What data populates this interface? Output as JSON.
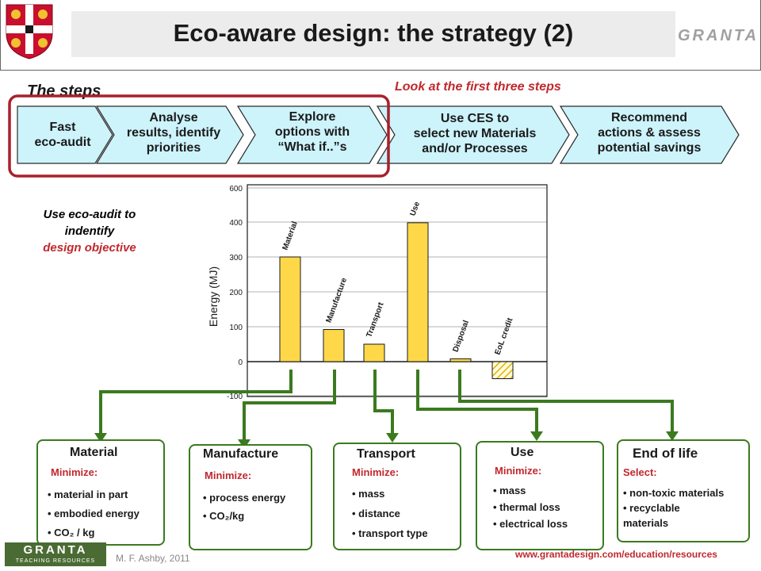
{
  "slide": {
    "title": "Eco-aware design: the strategy (2)",
    "logo_text": "GRANTA",
    "steps_heading": "The steps",
    "highlight_note": "Look at the first three steps"
  },
  "steps": [
    {
      "lines": [
        "Fast",
        "eco-audit"
      ]
    },
    {
      "lines": [
        "Analyse",
        "results, identify",
        "priorities"
      ]
    },
    {
      "lines": [
        "Explore",
        "options with",
        "“What if..”s"
      ]
    },
    {
      "lines": [
        "Use CES to",
        "select new Materials",
        "and/or Processes"
      ]
    },
    {
      "lines": [
        "Recommend",
        "actions & assess",
        "potential savings"
      ]
    }
  ],
  "side_note": {
    "line1": "Use eco-audit to",
    "line2": "indentify",
    "line3": "design objective"
  },
  "colors": {
    "step_fill": "#cdf3fb",
    "highlight_frame": "#a8202b",
    "bar_fill": "#ffd84a",
    "connector": "#3b7a1f",
    "accent_red": "#c0282e"
  },
  "chart_data": {
    "type": "bar",
    "categories": [
      "Material",
      "Manufacture",
      "Transport",
      "Use",
      "Disposal",
      "EoL credit"
    ],
    "values": [
      300,
      92,
      50,
      398,
      8,
      -50
    ],
    "ylabel": "Energy (MJ)",
    "yticks": [
      600,
      400,
      300,
      200,
      100,
      0,
      -100
    ],
    "hatched_category": "EoL credit"
  },
  "boxes": [
    {
      "title": "Material",
      "subtitle": "Minimize:",
      "items": [
        "• material in part",
        "• embodied energy",
        "•  CO₂ / kg"
      ]
    },
    {
      "title": "Manufacture",
      "subtitle": "Minimize:",
      "items": [
        "• process energy",
        "• CO₂/kg"
      ]
    },
    {
      "title": "Transport",
      "subtitle": "Minimize:",
      "items": [
        "• mass",
        "• distance",
        "• transport type"
      ]
    },
    {
      "title": "Use",
      "subtitle": "Minimize:",
      "items": [
        "•  mass",
        "•  thermal loss",
        "•  electrical loss"
      ]
    },
    {
      "title": "End of life",
      "subtitle": "Select:",
      "items": [
        "• non-toxic materials",
        "•  recyclable",
        "materials"
      ]
    }
  ],
  "footer": {
    "logo_text": "GRANTA",
    "logo_subtext": "TEACHING RESOURCES",
    "author": "M. F. Ashby, 2011",
    "website": "www.grantadesign.com/education/resources"
  }
}
